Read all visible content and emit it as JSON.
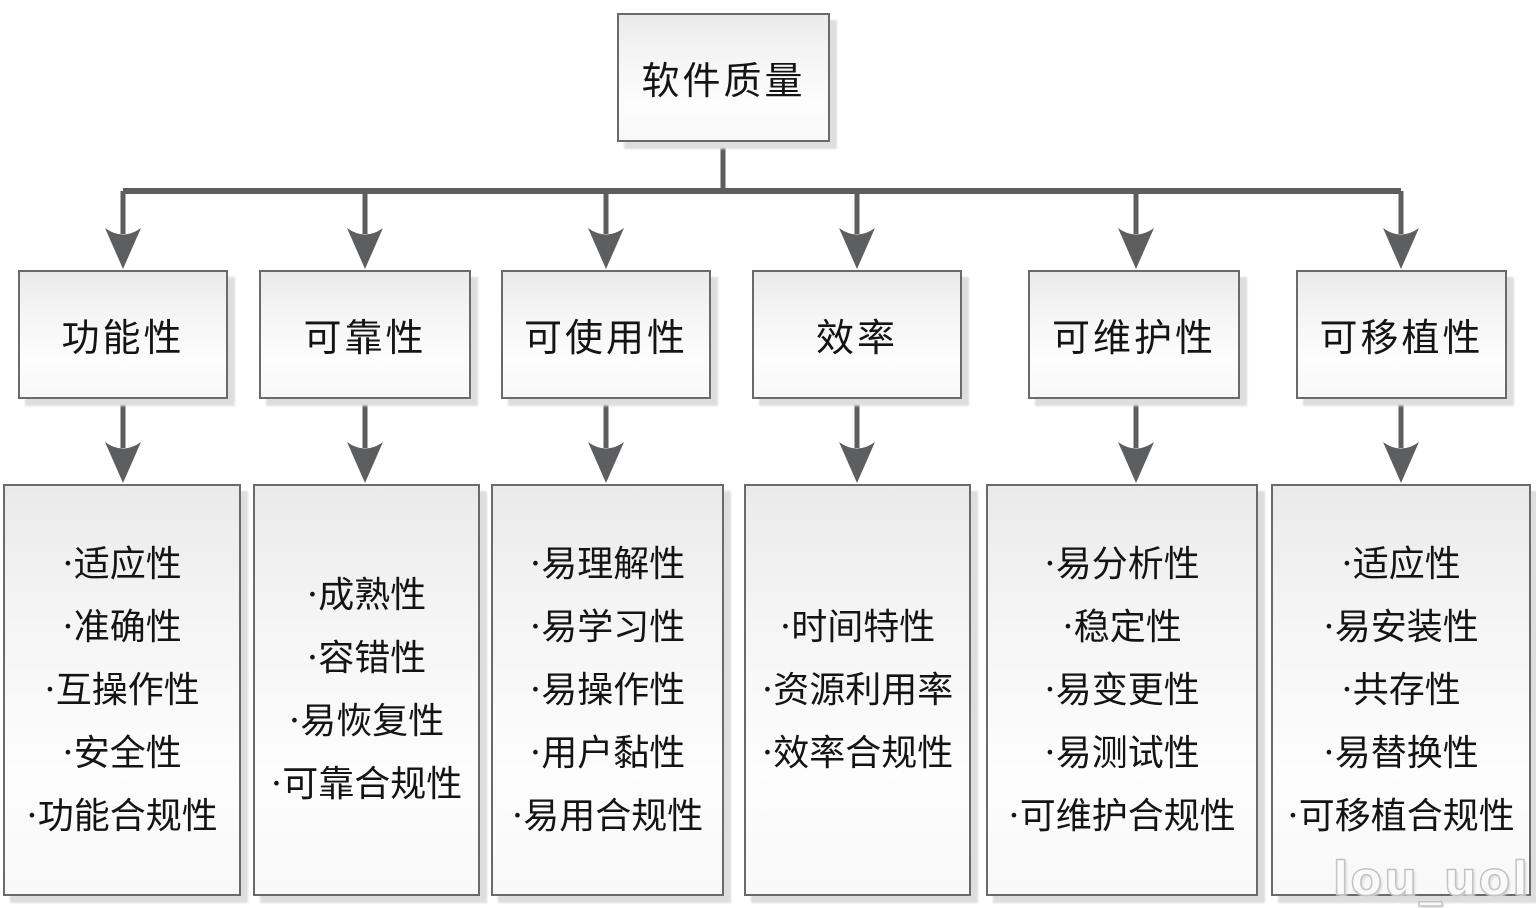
{
  "diagram": {
    "root": {
      "label": "软件质量"
    },
    "branches": [
      {
        "label": "功能性",
        "items": [
          "·适应性",
          "·准确性",
          "·互操作性",
          "·安全性",
          "·功能合规性"
        ]
      },
      {
        "label": "可靠性",
        "items": [
          "·成熟性",
          "·容错性",
          "·易恢复性",
          "·可靠合规性"
        ]
      },
      {
        "label": "可使用性",
        "items": [
          "·易理解性",
          "·易学习性",
          "·易操作性",
          "·用户黏性",
          "·易用合规性"
        ]
      },
      {
        "label": "效率",
        "items": [
          "·时间特性",
          "·资源利用率",
          "·效率合规性"
        ]
      },
      {
        "label": "可维护性",
        "items": [
          "·易分析性",
          "·稳定性",
          "·易变更性",
          "·易测试性",
          "·可维护合规性"
        ]
      },
      {
        "label": "可移植性",
        "items": [
          "·适应性",
          "·易安装性",
          "·共存性",
          "·易替换性",
          "·可移植合规性"
        ]
      }
    ],
    "watermark": "lou_uol",
    "colors": {
      "connector": "#5d5e60",
      "box_border": "#696a6c",
      "box_shadow": "#dedede",
      "text": "#141414",
      "watermark_text": "#c3c3c3"
    }
  }
}
